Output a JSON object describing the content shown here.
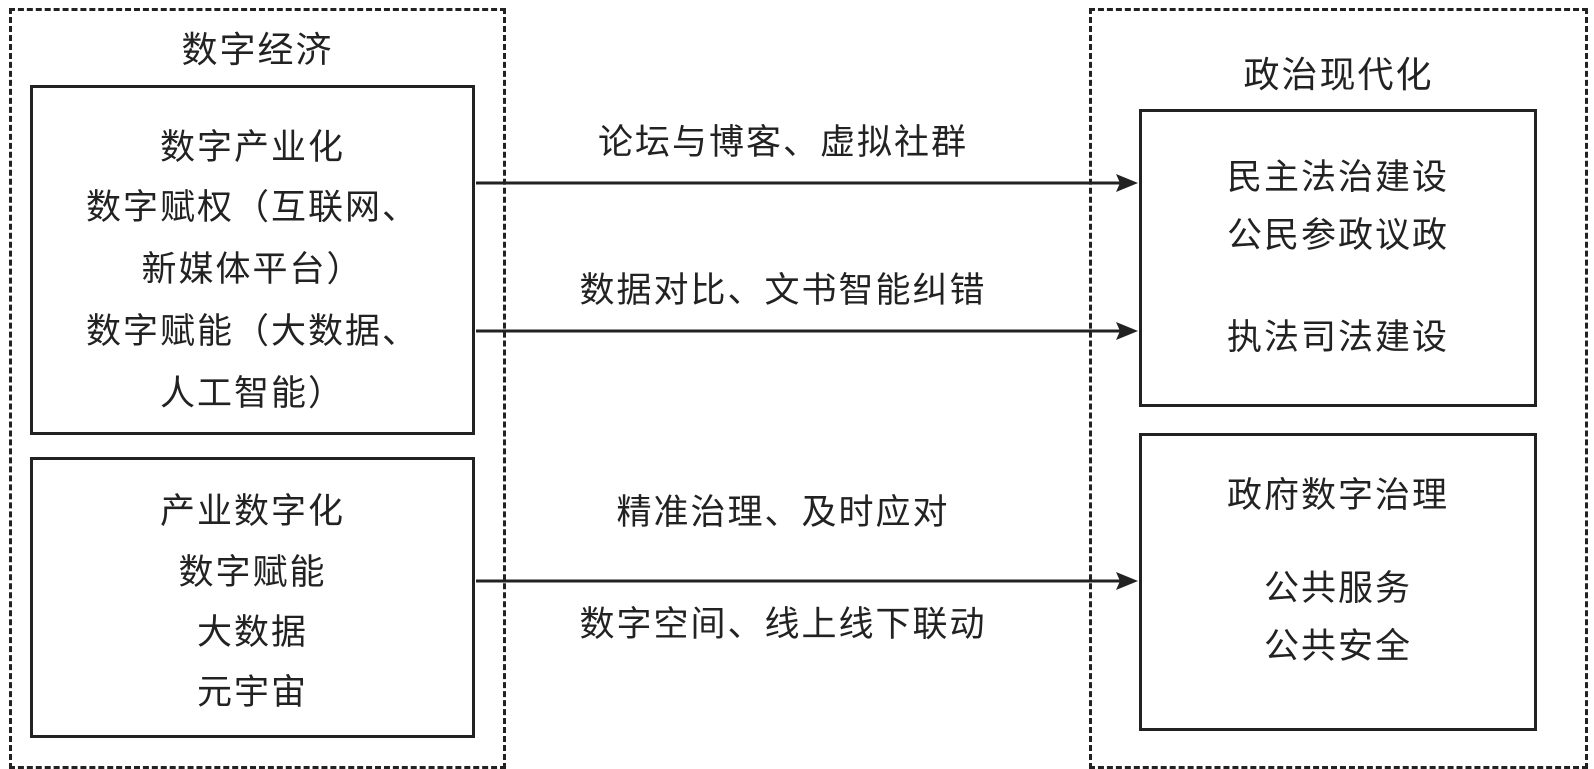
{
  "left_group": {
    "title": "数字经济",
    "box1": {
      "lines": [
        "数字产业化",
        "数字赋权（互联网、",
        "新媒体平台）",
        "数字赋能（大数据、",
        "人工智能）"
      ]
    },
    "box2": {
      "lines": [
        "产业数字化",
        "数字赋能",
        "大数据",
        "元宇宙"
      ]
    }
  },
  "right_group": {
    "title": "政治现代化",
    "box1": {
      "lines": [
        "民主法治建设",
        "公民参政议政",
        "执法司法建设"
      ]
    },
    "box2": {
      "lines": [
        "政府数字治理",
        "公共服务",
        "公共安全"
      ]
    }
  },
  "edges": {
    "edge1_label": "论坛与博客、虚拟社群",
    "edge2_label": "数据对比、文书智能纠错",
    "edge3_label_above": "精准治理、及时应对",
    "edge3_label_below": "数字空间、线上线下联动"
  }
}
